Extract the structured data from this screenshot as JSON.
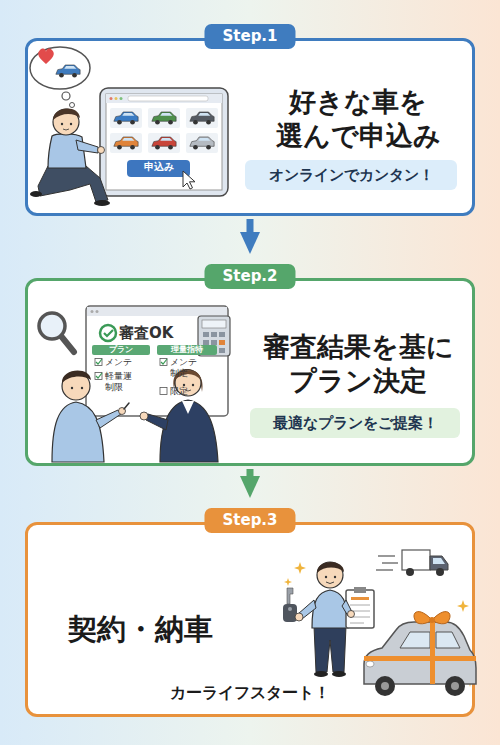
{
  "diagram": {
    "nodes": [
      {
        "text": [
          "Step.1",
          "好きな車を 選んで申込み"
        ]
      },
      {
        "text": [
          "オンラインでカンタン！"
        ],
        "in": 0
      },
      {
        "text": [
          "Step.2",
          "審査結果を基に プラン決定"
        ]
      },
      {
        "text": [
          "最適なプランをご提案！"
        ],
        "in": 2
      },
      {
        "text": [
          "Step.3",
          "契約・納車",
          "カーライフスタート！"
        ]
      }
    ],
    "edges": [
      {
        "from": 0,
        "to": 2,
        "arrow": "to"
      },
      {
        "from": 2,
        "to": 4,
        "arrow": "to"
      }
    ],
    "labels": [
      "申込み",
      "審査OK",
      "プラン",
      "理量指特",
      "メンテ",
      "軽量運 制限",
      "メンテ 制定",
      "限定"
    ]
  }
}
